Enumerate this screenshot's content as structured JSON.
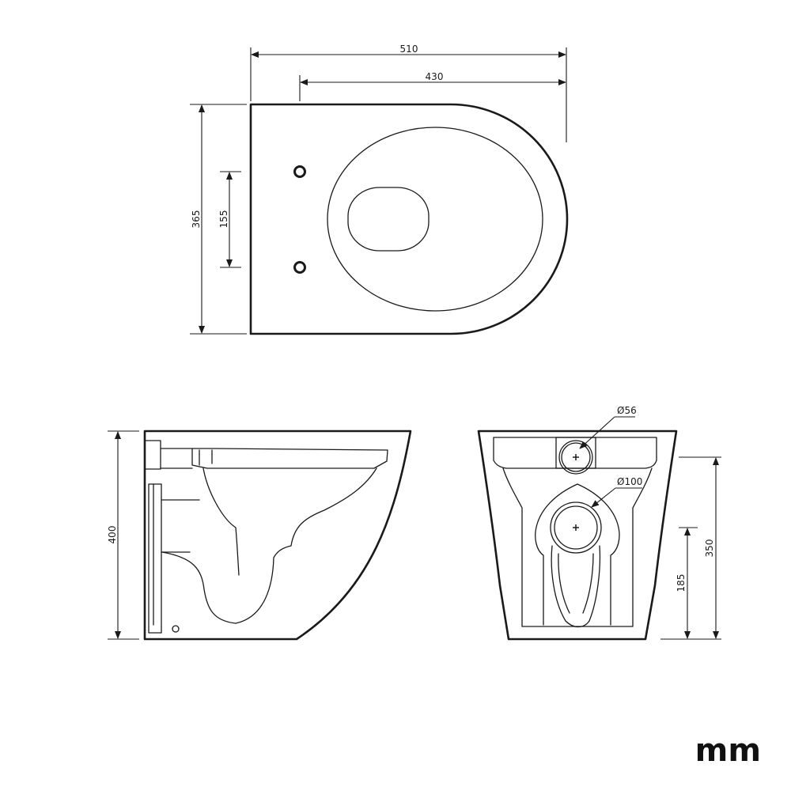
{
  "top_view": {
    "overall_length": "510",
    "length_from_holes": "430",
    "overall_width": "365",
    "fixing_hole_spacing": "155"
  },
  "side_view": {
    "height": "400"
  },
  "back_view": {
    "inlet_diameter": "Ø56",
    "outlet_diameter": "Ø100",
    "inlet_height": "350",
    "outlet_height": "185"
  },
  "unit": "mm"
}
